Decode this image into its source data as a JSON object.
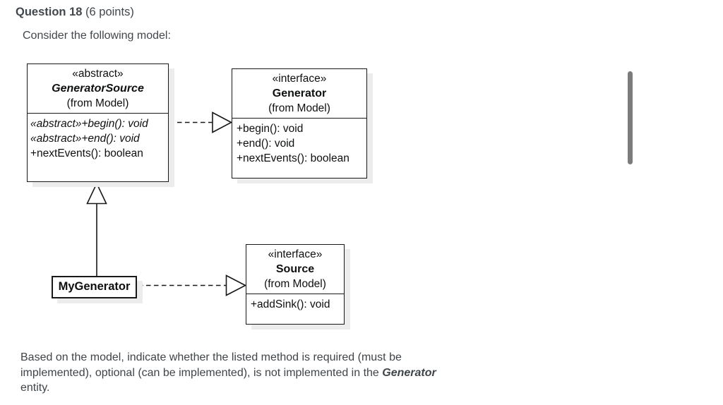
{
  "header": {
    "question_label": "Question 18",
    "points_label": " (6 points)",
    "intro": "Consider the following model:"
  },
  "diagram": {
    "generator_source": {
      "stereotype": "«abstract»",
      "name": "GeneratorSource",
      "origin": "(from Model)",
      "methods": [
        "«abstract»+begin(): void",
        "«abstract»+end(): void",
        "+nextEvents(): boolean"
      ]
    },
    "generator": {
      "stereotype": "«interface»",
      "name": "Generator",
      "origin": "(from Model)",
      "methods": [
        "+begin(): void",
        "+end(): void",
        "+nextEvents(): boolean"
      ]
    },
    "source": {
      "stereotype": "«interface»",
      "name": "Source",
      "origin": "(from Model)",
      "methods": [
        "+addSink(): void"
      ]
    },
    "my_generator": {
      "name": "MyGenerator"
    },
    "relations": [
      {
        "type": "realization",
        "from": "GeneratorSource",
        "to": "Generator"
      },
      {
        "type": "generalization",
        "from": "MyGenerator",
        "to": "GeneratorSource"
      },
      {
        "type": "realization",
        "from": "MyGenerator",
        "to": "Source"
      }
    ]
  },
  "footer": {
    "line1": "Based on the model, indicate whether the listed method is required (must be",
    "line2_before": "implemented), optional (can be implemented), is not implemented in the ",
    "line2_emphasis": "Generator",
    "line3": "entity."
  },
  "colors": {
    "body_text": "#41474c",
    "diagram_line": "#17181a",
    "box_shadow": "#ececec",
    "scrollbar_thumb": "#7c7c7c"
  }
}
